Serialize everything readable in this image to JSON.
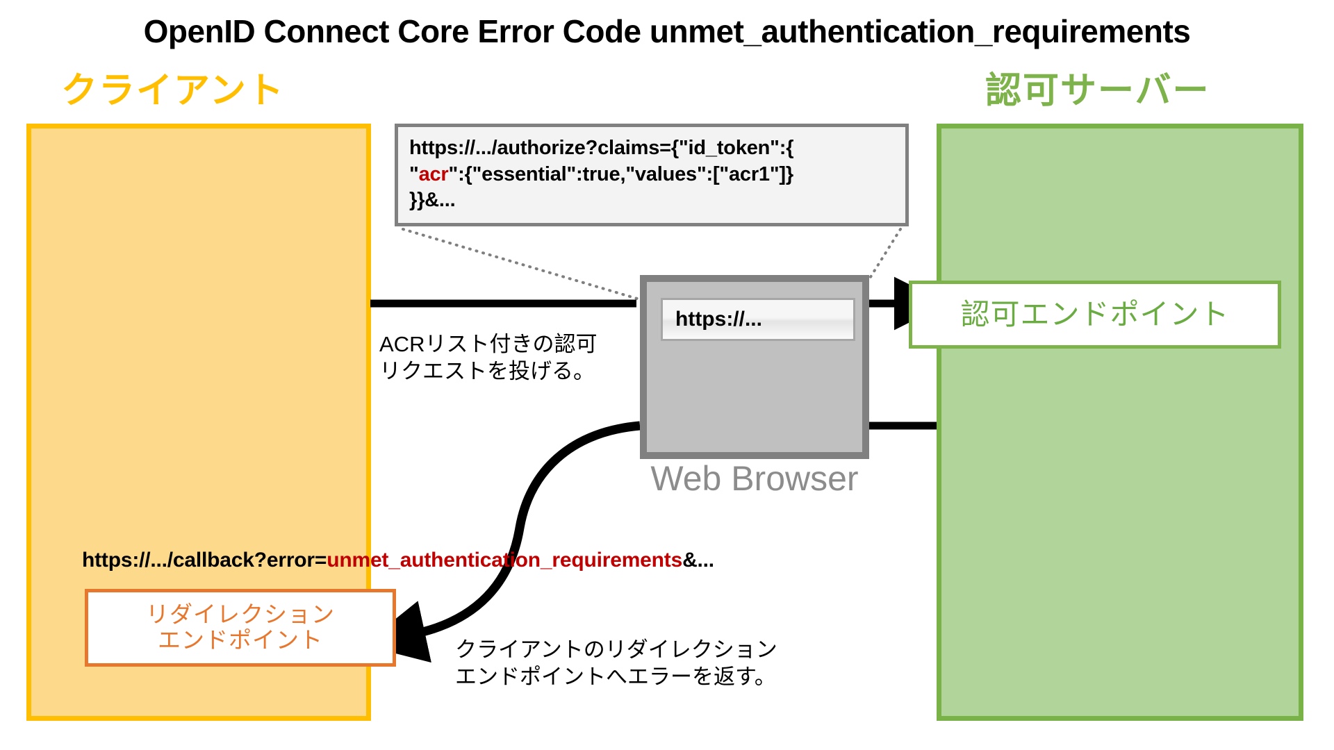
{
  "title": "OpenID Connect Core Error Code unmet_authentication_requirements",
  "actors": {
    "client_label": "クライアント",
    "server_label": "認可サーバー"
  },
  "endpoints": {
    "authorization": "認可エンドポイント",
    "redirection_line1": "リダイレクション",
    "redirection_line2": "エンドポイント"
  },
  "request_callout": {
    "line1": "https://.../authorize?claims={\"id_token\":{",
    "line2_pre": "\"",
    "line2_highlight": "acr",
    "line2_post": "\":{\"essential\":true,\"values\":[\"acr1\"]}",
    "line3": "}}&..."
  },
  "browser": {
    "address_value": "https://...",
    "label": "Web Browser"
  },
  "notes": {
    "request_line1": "ACRリスト付きの認可",
    "request_line2": "リクエストを投げる。",
    "error_line1": "クライアントのリダイレクション",
    "error_line2": "エンドポイントへエラーを返す。"
  },
  "callback_url": {
    "prefix": "https://.../callback?error=",
    "error_code": "unmet_authentication_requirements",
    "suffix": "&..."
  },
  "colors": {
    "client_yellow": "#ffbf00",
    "client_fill": "#fdd98c",
    "server_green": "#79b348",
    "server_fill": "#b0d49a",
    "endpoint_green": "#6aab42",
    "redirect_orange": "#e8772e",
    "highlight_red": "#c00000",
    "browser_gray": "#808080",
    "browser_label_gray": "#8c8c8c"
  }
}
